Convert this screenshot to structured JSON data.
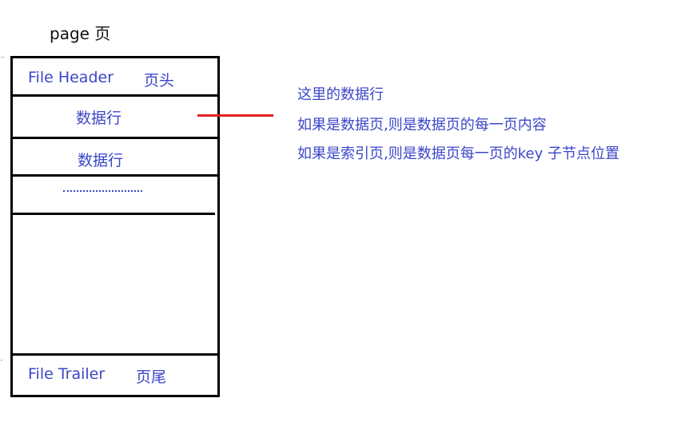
{
  "diagram": {
    "title": "page 页",
    "page_rows": {
      "file_header": {
        "name": "File Header",
        "cn": "页头"
      },
      "data_row_1": "数据行",
      "data_row_2": "数据行",
      "ellipsis": "……………",
      "file_trailer": {
        "name": "File Trailer",
        "cn": "页尾"
      }
    },
    "notes": [
      "这里的数据行",
      "如果是数据页,则是数据页的每一页内容",
      "如果是索引页,则是数据页每一页的key 子节点位置"
    ],
    "colors": {
      "text_accent": "#3b46c8",
      "connector": "#e32020",
      "border": "#000000"
    }
  }
}
